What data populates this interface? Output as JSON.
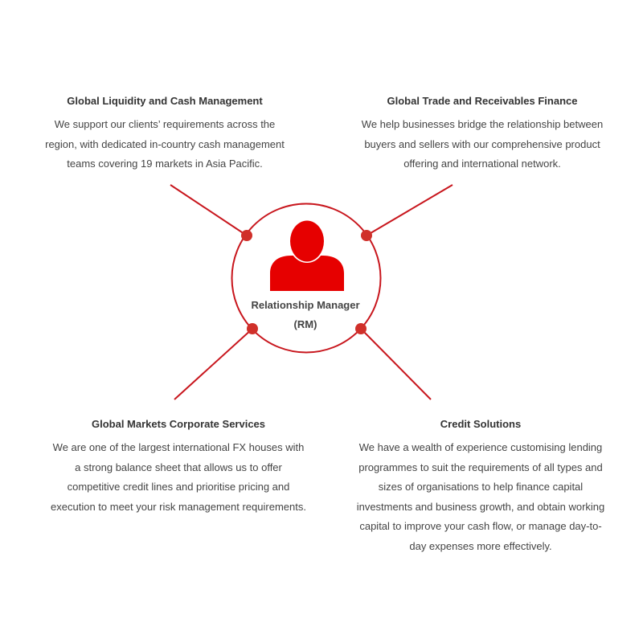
{
  "colors": {
    "accent": "#e60000",
    "line": "#c8161d",
    "node": "#d0302a",
    "title_text": "#333333",
    "body_text": "#444444"
  },
  "center": {
    "icon": "person-icon",
    "label_line1": "Relationship Manager",
    "label_line2": "(RM)"
  },
  "services": [
    {
      "position": "top-left",
      "title": "Global Liquidity and Cash Management",
      "lines": [
        "We support our clients’ requirements across the",
        "region, with dedicated in-country cash management",
        "teams covering 19 markets in Asia Pacific."
      ]
    },
    {
      "position": "top-right",
      "title": "Global Trade and Receivables Finance",
      "lines": [
        "We help businesses bridge the relationship between",
        "buyers and sellers with our comprehensive product",
        "offering and international network."
      ]
    },
    {
      "position": "bottom-left",
      "title": "Global Markets Corporate Services",
      "lines": [
        "We are one of the largest international FX houses with",
        "a strong balance sheet that allows us to offer",
        "competitive credit lines and prioritise pricing and",
        "execution to meet your risk management requirements."
      ]
    },
    {
      "position": "bottom-right",
      "title": "Credit Solutions",
      "lines": [
        "We have a wealth of experience customising lending",
        "programmes to suit the requirements of all types and",
        "sizes of organisations to help finance capital",
        "investments and business growth, and obtain working",
        "capital to improve your cash flow, or manage day-to-",
        "day expenses more effectively."
      ]
    }
  ]
}
